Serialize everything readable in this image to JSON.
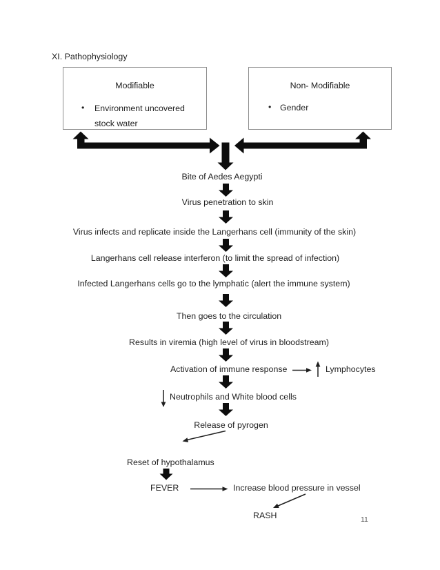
{
  "page": {
    "title": "XI. Pathophysiology",
    "page_number": "11"
  },
  "risk_boxes": {
    "modifiable": {
      "heading": "Modifiable",
      "bullet_glyph": "•",
      "bullet_line1": "Environment uncovered",
      "bullet_line2": "stock water"
    },
    "non_modifiable": {
      "heading": "Non- Modifiable",
      "bullet_glyph": "•",
      "bullet": "Gender"
    }
  },
  "flow": {
    "bite": "Bite of Aedes Aegypti",
    "penetration": "Virus penetration to skin",
    "infects": "Virus infects and replicate inside the Langerhans cell (immunity of the skin)",
    "interferon": "Langerhans cell release interferon (to limit the spread of infection)",
    "lymphatic": "Infected Langerhans cells go to the lymphatic (alert the immune system)",
    "circulation": "Then goes to the circulation",
    "viremia": "Results in viremia (high level of virus in bloodstream)",
    "activation": "Activation of immune response",
    "lymphocytes": "Lymphocytes",
    "neutrophils": "Neutrophils and White blood cells",
    "pyrogen": "Release of pyrogen",
    "hypothalamus": "Reset of hypothalamus",
    "fever": "FEVER",
    "blood_pressure": "Increase blood pressure in vessel",
    "rash": "RASH"
  },
  "colors": {
    "text": "#1f1f1f",
    "arrow": "#0d0d0d",
    "box_border": "#8c8c8c",
    "page_number": "#595959"
  }
}
